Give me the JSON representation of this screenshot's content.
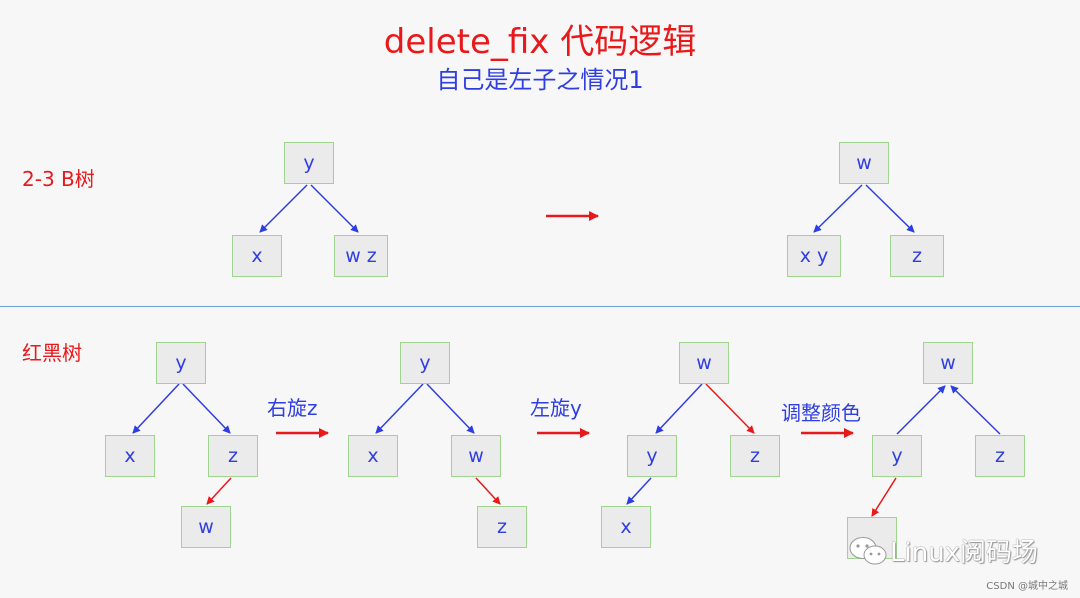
{
  "header": {
    "title": "delete_fix 代码逻辑",
    "subtitle": "自己是左子之情况1"
  },
  "sections": {
    "btree_label": "2-3 B树",
    "rbtree_label": "红黑树"
  },
  "btree_before": {
    "root": "y",
    "left": "x",
    "right": "w z"
  },
  "btree_after": {
    "root": "w",
    "left": "x y",
    "right": "z"
  },
  "operations": {
    "step1": "右旋z",
    "step2": "左旋y",
    "step3": "调整颜色"
  },
  "rb_step0": {
    "root": "y",
    "left": "x",
    "right": "z",
    "right_left": "w"
  },
  "rb_step1": {
    "root": "y",
    "left": "x",
    "right": "w",
    "right_right": "z"
  },
  "rb_step2": {
    "root": "w",
    "left": "y",
    "right": "z",
    "left_left": "x"
  },
  "rb_step3": {
    "root": "w",
    "left": "y",
    "right": "z"
  },
  "colors": {
    "red": "#e8191b",
    "blue": "#2f3ee0",
    "node_border": "#9fd48f",
    "node_fill": "#ebebeb",
    "divider": "#6ea0d8"
  },
  "watermark": {
    "text": "Linux阅码场",
    "credit": "CSDN @城中之城"
  }
}
